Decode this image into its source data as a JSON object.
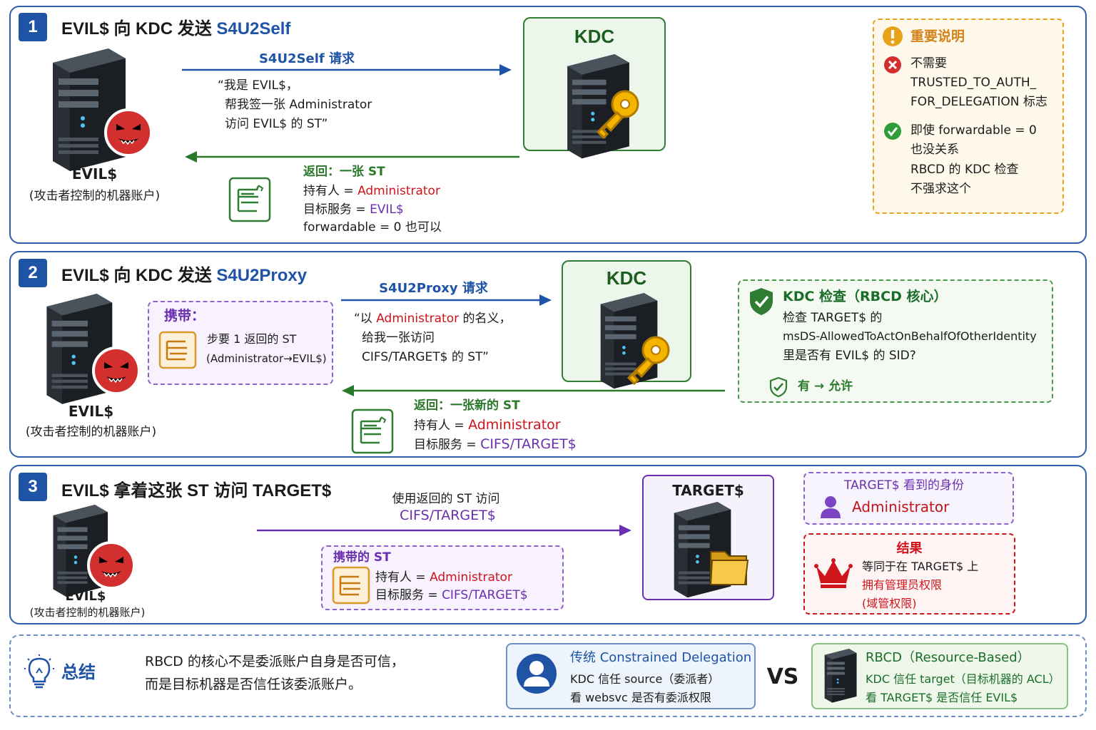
{
  "colors": {
    "accent": "#1f53a6",
    "kdc_green": "#2e7d32",
    "evil_red": "#d32f2f",
    "purple": "#6a2fb0",
    "orange": "#e8a21a",
    "result_red": "#d0141b"
  },
  "step1": {
    "number": "1",
    "title_prefix": "EVIL$ 向 KDC 发送 ",
    "title_highlight": "S4U2Self",
    "evil": {
      "name": "EVIL$",
      "desc": "(攻击者控制的机器账户)",
      "icon": "evil-face-icon"
    },
    "request_label": "S4U2Self 请求",
    "request_text": [
      "“我是 EVIL$，",
      "帮我签一张 Administrator",
      "访问 EVIL$ 的 ST”"
    ],
    "kdc": {
      "name": "KDC",
      "icon": "key-icon"
    },
    "return": {
      "title": "返回：一张 ST",
      "holder_label": "持有人 = ",
      "holder_value": "Administrator",
      "service_label": "目标服务 = ",
      "service_value": "EVIL$",
      "forwardable": "forwardable = 0 也可以"
    },
    "note": {
      "title": "重要说明",
      "item1": [
        "不需要",
        "TRUSTED_TO_AUTH_",
        "FOR_DELEGATION 标志"
      ],
      "item2": [
        "即使 forwardable = 0",
        "也没关系",
        "RBCD 的 KDC 检查",
        "不强求这个"
      ]
    }
  },
  "step2": {
    "number": "2",
    "title_prefix": "EVIL$ 向 KDC 发送 ",
    "title_highlight": "S4U2Proxy",
    "evil": {
      "name": "EVIL$",
      "desc": "(攻击者控制的机器账户)"
    },
    "carry": {
      "title": "携带：",
      "line1": "步要 1 返回的 ST",
      "line2": "(Administrator→EVIL$)"
    },
    "request_label": "S4U2Proxy 请求",
    "request_pre": "“以 ",
    "request_admin": "Administrator",
    "request_post": " 的名义，",
    "request_lines": [
      "给我一张访问",
      "CIFS/TARGET$ 的 ST”"
    ],
    "kdc": {
      "name": "KDC"
    },
    "check": {
      "title": "KDC 检查（RBCD 核心）",
      "lines": [
        "检查 TARGET$ 的",
        "msDS-AllowedToActOnBehalfOfOtherIdentity",
        "里是否有 EVIL$ 的 SID?"
      ],
      "result": "有 → 允许"
    },
    "return": {
      "title": "返回：一张新的 ST",
      "holder_label": "持有人 = ",
      "holder_value": "Administrator",
      "service_label": "目标服务 = ",
      "service_value": "CIFS/TARGET$"
    }
  },
  "step3": {
    "number": "3",
    "title": "EVIL$ 拿着这张 ST 访问 TARGET$",
    "evil": {
      "name": "EVIL$",
      "desc": "(攻击者控制的机器账户)"
    },
    "use_label": "使用返回的 ST 访问",
    "use_target": "CIFS/TARGET$",
    "carry": {
      "title": "携带的 ST",
      "holder_label": "持有人 = ",
      "holder_value": "Administrator",
      "service_label": "目标服务 = ",
      "service_value": "CIFS/TARGET$"
    },
    "target": {
      "name": "TARGET$",
      "icon": "folder-icon"
    },
    "identity": {
      "title": "TARGET$ 看到的身份",
      "value": "Administrator"
    },
    "result": {
      "title": "结果",
      "line1": "等同于在 TARGET$ 上",
      "line2": "拥有管理员权限",
      "line3": "(域管权限)"
    }
  },
  "summary": {
    "label": "总结",
    "text": [
      "RBCD 的核心不是委派账户自身是否可信，",
      "而是目标机器是否信任该委派账户。"
    ],
    "traditional": {
      "title": "传统 Constrained Delegation",
      "line1": "KDC 信任 source（委派者）",
      "line2": "看 websvc 是否有委派权限"
    },
    "vs": "VS",
    "rbcd": {
      "title": "RBCD（Resource-Based）",
      "line1": "KDC 信任 target（目标机器的 ACL）",
      "line2": "看 TARGET$ 是否信任 EVIL$"
    }
  }
}
